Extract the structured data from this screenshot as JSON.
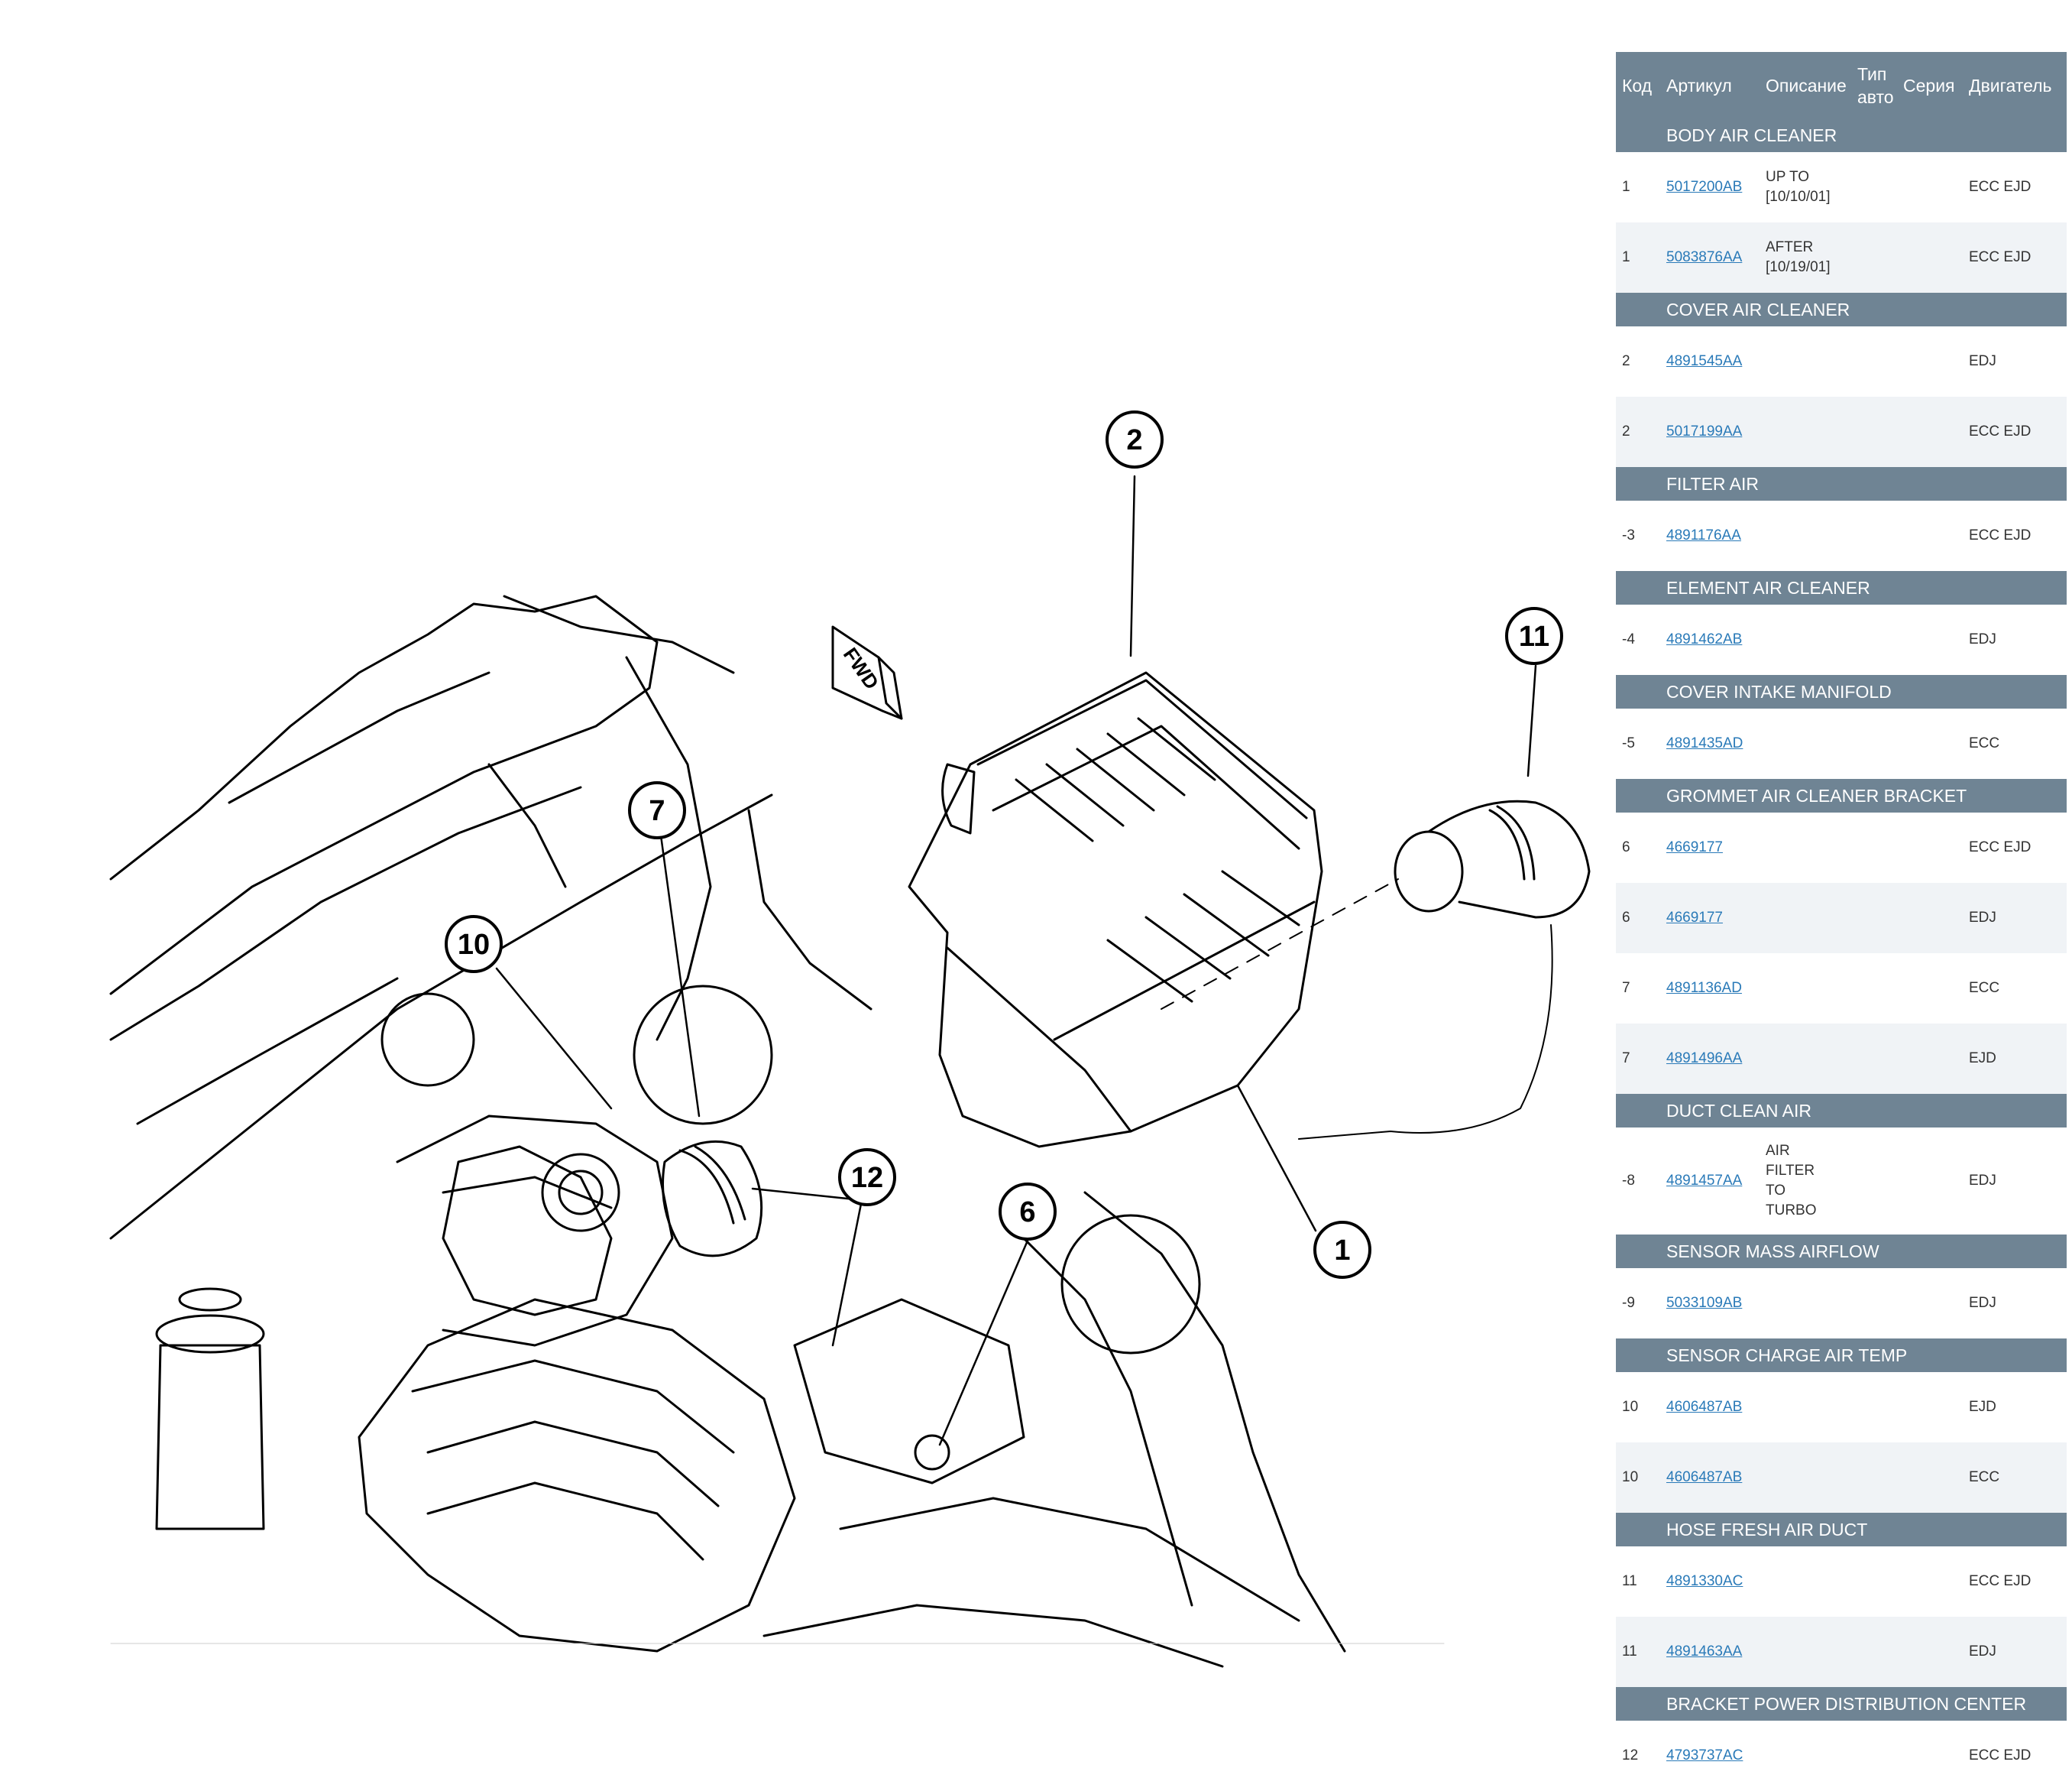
{
  "diagram": {
    "fwd_label": "FWD",
    "callouts": [
      {
        "id": "c2",
        "label": "2"
      },
      {
        "id": "c11",
        "label": "11"
      },
      {
        "id": "c7",
        "label": "7"
      },
      {
        "id": "c10",
        "label": "10"
      },
      {
        "id": "c12",
        "label": "12"
      },
      {
        "id": "c6",
        "label": "6"
      },
      {
        "id": "c1",
        "label": "1"
      }
    ]
  },
  "table": {
    "headers": {
      "code": "Код",
      "article": "Артикул",
      "description": "Описание",
      "type_line1": "Тип",
      "type_line2": "авто",
      "series": "Серия",
      "engine": "Двигатель"
    },
    "rows": [
      {
        "kind": "group",
        "title": "BODY AIR CLEANER"
      },
      {
        "kind": "item",
        "code": "1",
        "article": "5017200AB",
        "desc_lines": [
          "UP TO",
          "[10/10/01]"
        ],
        "engine": "ECC EJD"
      },
      {
        "kind": "item",
        "code": "1",
        "article": "5083876AA",
        "desc_lines": [
          "AFTER",
          "[10/19/01]"
        ],
        "engine": "ECC EJD"
      },
      {
        "kind": "group",
        "title": "COVER AIR CLEANER"
      },
      {
        "kind": "item",
        "code": "2",
        "article": "4891545AA",
        "desc_lines": [],
        "engine": "EDJ"
      },
      {
        "kind": "item",
        "code": "2",
        "article": "5017199AA",
        "desc_lines": [],
        "engine": "ECC EJD"
      },
      {
        "kind": "group",
        "title": "FILTER AIR"
      },
      {
        "kind": "item",
        "code": "-3",
        "article": "4891176AA",
        "desc_lines": [],
        "engine": "ECC EJD"
      },
      {
        "kind": "group",
        "title": "ELEMENT AIR CLEANER"
      },
      {
        "kind": "item",
        "code": "-4",
        "article": "4891462AB",
        "desc_lines": [],
        "engine": "EDJ"
      },
      {
        "kind": "group",
        "title": "COVER INTAKE MANIFOLD"
      },
      {
        "kind": "item",
        "code": "-5",
        "article": "4891435AD",
        "desc_lines": [],
        "engine": "ECC"
      },
      {
        "kind": "group",
        "title": "GROMMET AIR CLEANER BRACKET"
      },
      {
        "kind": "item",
        "code": "6",
        "article": "4669177",
        "desc_lines": [],
        "engine": "ECC EJD"
      },
      {
        "kind": "item",
        "code": "6",
        "article": "4669177",
        "desc_lines": [],
        "engine": "EDJ"
      },
      {
        "kind": "item",
        "code": "7",
        "article": "4891136AD",
        "desc_lines": [],
        "engine": "ECC"
      },
      {
        "kind": "item",
        "code": "7",
        "article": "4891496AA",
        "desc_lines": [],
        "engine": "EJD"
      },
      {
        "kind": "group",
        "title": "DUCT CLEAN AIR"
      },
      {
        "kind": "item",
        "code": "-8",
        "article": "4891457AA",
        "desc_lines": [
          "AIR",
          "FILTER",
          "TO",
          "TURBO"
        ],
        "engine": "EDJ"
      },
      {
        "kind": "group",
        "title": "SENSOR MASS AIRFLOW"
      },
      {
        "kind": "item",
        "code": "-9",
        "article": "5033109AB",
        "desc_lines": [],
        "engine": "EDJ"
      },
      {
        "kind": "group",
        "title": "SENSOR CHARGE AIR TEMP"
      },
      {
        "kind": "item",
        "code": "10",
        "article": "4606487AB",
        "desc_lines": [],
        "engine": "EJD"
      },
      {
        "kind": "item",
        "code": "10",
        "article": "4606487AB",
        "desc_lines": [],
        "engine": "ECC"
      },
      {
        "kind": "group",
        "title": "HOSE FRESH AIR DUCT"
      },
      {
        "kind": "item",
        "code": "11",
        "article": "4891330AC",
        "desc_lines": [],
        "engine": "ECC EJD"
      },
      {
        "kind": "item",
        "code": "11",
        "article": "4891463AA",
        "desc_lines": [],
        "engine": "EDJ"
      },
      {
        "kind": "group",
        "title": "BRACKET POWER DISTRIBUTION CENTER"
      },
      {
        "kind": "item",
        "code": "12",
        "article": "4793737AC",
        "desc_lines": [],
        "engine": "ECC EJD"
      }
    ]
  }
}
